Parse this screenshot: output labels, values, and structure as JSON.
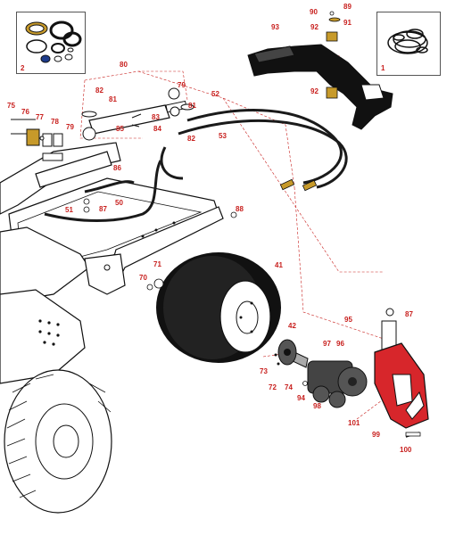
{
  "insets": [
    {
      "id": "inset-seal-kit",
      "label": "2"
    },
    {
      "id": "inset-seal-ring-kit",
      "label": "1"
    }
  ],
  "callouts": [
    "89",
    "90",
    "91",
    "92",
    "93",
    "92",
    "80",
    "79",
    "82",
    "81",
    "81",
    "83",
    "84",
    "85",
    "75",
    "76",
    "77",
    "78",
    "79",
    "52",
    "82",
    "53",
    "86",
    "51",
    "87",
    "50",
    "88",
    "71",
    "70",
    "41",
    "42",
    "95",
    "87",
    "96",
    "97",
    "73",
    "74",
    "72",
    "94",
    "98",
    "101",
    "99",
    "100"
  ],
  "colors": {
    "callout": "#c8201e",
    "leader": "#c8201e",
    "part_fill": "#ffffff",
    "outline": "#111111",
    "tire": "#111111",
    "spindle_red": "#d7262b",
    "hydraulic_hose": "#1a1a1a",
    "brass_fitting": "#c79a2a"
  }
}
